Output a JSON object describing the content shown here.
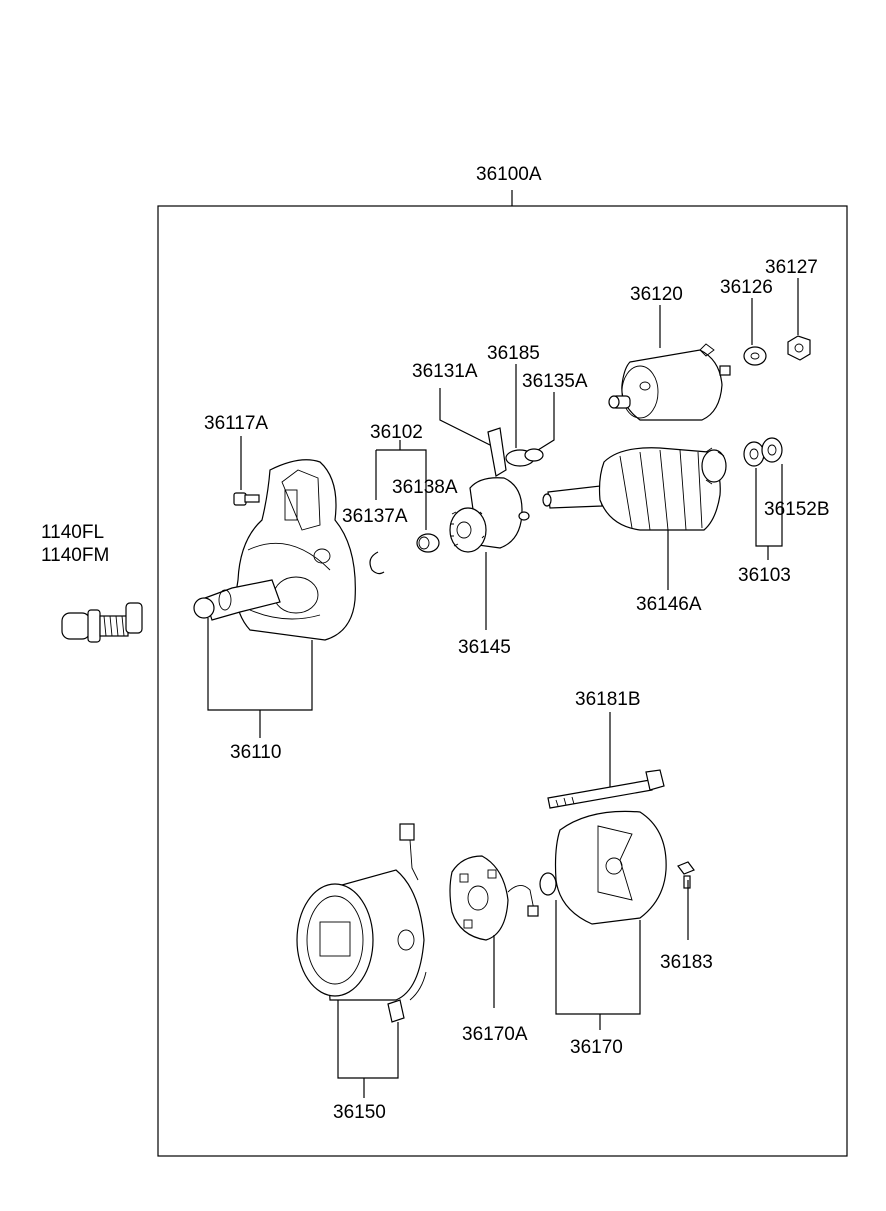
{
  "labels": {
    "assembly": "36100A",
    "bolt_a": "1140FL",
    "bolt_b": "1140FM",
    "p36117A": "36117A",
    "p36102": "36102",
    "p36131A": "36131A",
    "p36185": "36185",
    "p36135A": "36135A",
    "p36120": "36120",
    "p36126": "36126",
    "p36127": "36127",
    "p36138A": "36138A",
    "p36137A": "36137A",
    "p36152B": "36152B",
    "p36103": "36103",
    "p36146A": "36146A",
    "p36145": "36145",
    "p36110": "36110",
    "p36181B": "36181B",
    "p36183": "36183",
    "p36170A": "36170A",
    "p36170": "36170",
    "p36150": "36150"
  }
}
